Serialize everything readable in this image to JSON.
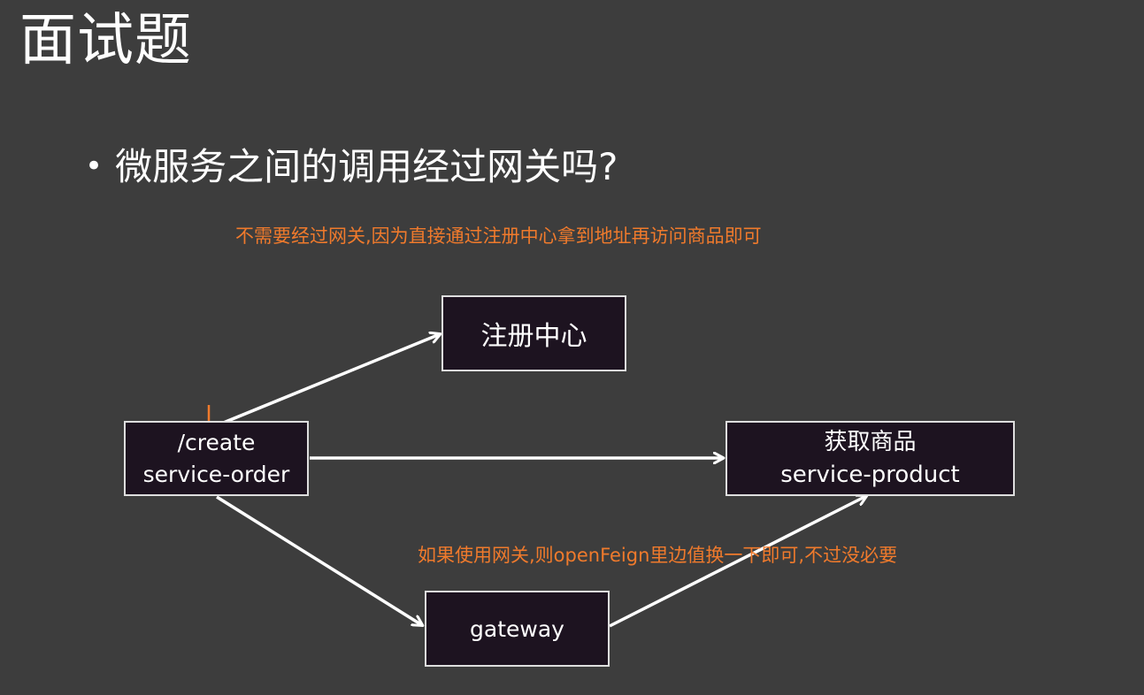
{
  "slide": {
    "title": "面试题",
    "question": "微服务之间的调用经过网关吗?",
    "bullet": "•"
  },
  "notes": {
    "top": "不需要经过网关,因为直接通过注册中心拿到地址再访问商品即可",
    "bottom": "如果使用网关,则openFeign里边值换一下即可,不过没必要"
  },
  "nodes": {
    "registry": {
      "label": "注册中心"
    },
    "order": {
      "line1": "/create",
      "line2": "service-order"
    },
    "product": {
      "line1": "获取商品",
      "line2": "service-product"
    },
    "gateway": {
      "label": "gateway"
    }
  },
  "colors": {
    "background": "#3d3d3d",
    "box_fill": "#1d1320",
    "box_border": "#dedede",
    "annotation": "#f07a2c",
    "arrow": "#ffffff"
  }
}
